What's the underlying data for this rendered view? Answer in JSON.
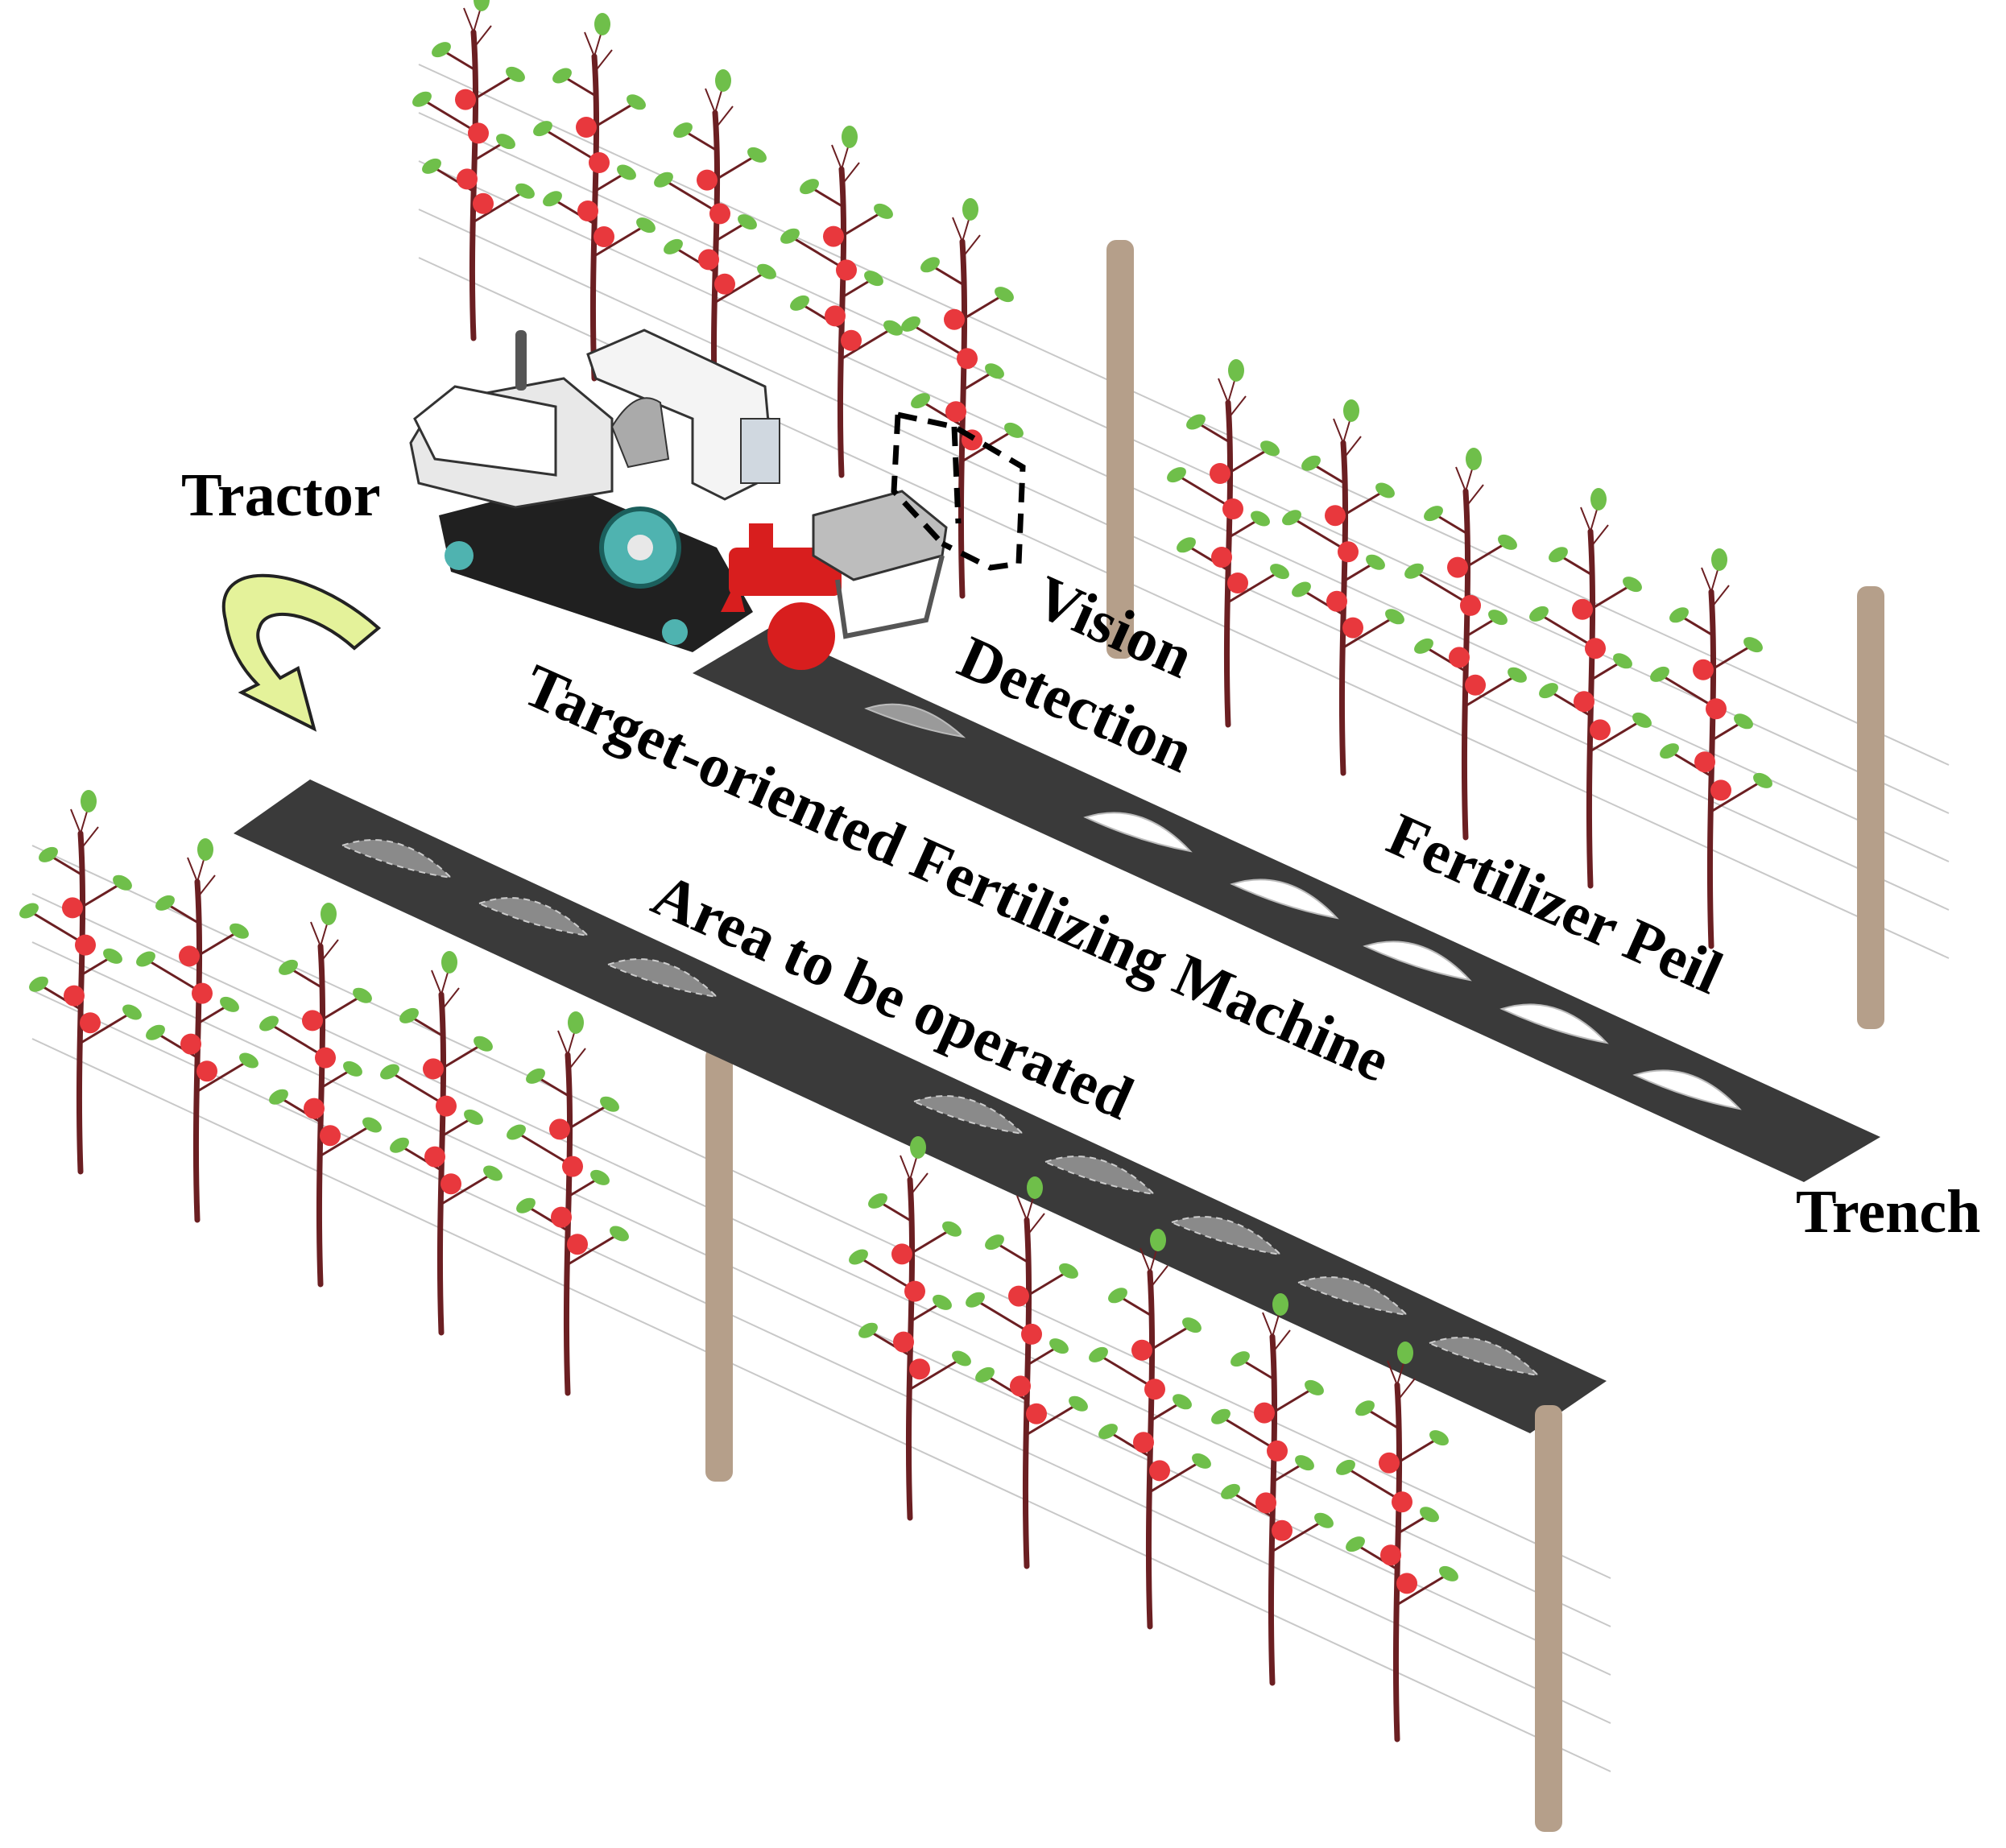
{
  "labels": {
    "tractor": "Tractor",
    "vision": "Vision",
    "detection": "Detection",
    "machine": "Target-oriented Fertilizing Machine",
    "fertilizer_pile": "Fertilizer Peil",
    "area": "Area to be operated",
    "trench": "Trench"
  },
  "colors": {
    "background": "#ffffff",
    "trench_strip": "#3a3a3a",
    "fertilizer": "#ffffff",
    "unprocessed_hole": "#8a8a8a",
    "post": "#b59f8a",
    "trunk": "#6b1f22",
    "leaf": "#6fbf4a",
    "fruit": "#e8383d",
    "arrow_fill": "#e4f29a",
    "tractor_body": "#e8e8e8",
    "track": "#202020",
    "wheel": "#4fb3b0",
    "tiller": "#d81e1e"
  },
  "icons": {
    "turn_arrow": "curved-arrow-icon",
    "detection_box": "dashed-box-icon"
  }
}
